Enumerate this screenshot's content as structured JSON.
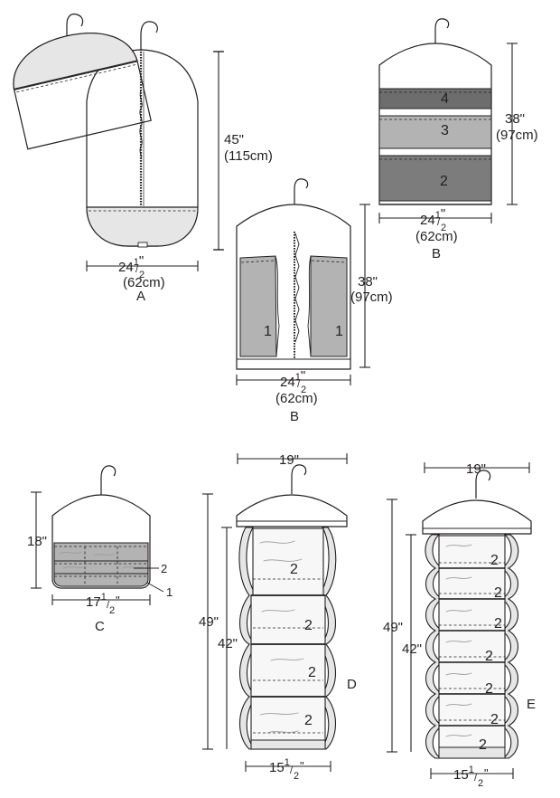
{
  "figures": {
    "A": {
      "label": "A",
      "height": {
        "in": "45\"",
        "cm": "(115cm)"
      },
      "width": {
        "whole": "24",
        "frac_num": "1",
        "frac_den": "2",
        "quote": "\"",
        "cm": "(62cm)"
      }
    },
    "B_outer": {
      "label": "B",
      "height": {
        "in": "38\"",
        "cm": "(97cm)"
      },
      "width": {
        "whole": "24",
        "frac_num": "1",
        "frac_den": "2",
        "quote": "\"",
        "cm": "(62cm)"
      },
      "pockets": [
        "4",
        "3",
        "2"
      ]
    },
    "B_inner": {
      "label": "B",
      "height": {
        "in": "38\"",
        "cm": "(97cm)"
      },
      "width": {
        "whole": "24",
        "frac_num": "1",
        "frac_den": "2",
        "quote": "\"",
        "cm": "(62cm)"
      },
      "pockets": [
        "1",
        "1"
      ]
    },
    "C": {
      "label": "C",
      "height": "18\"",
      "width": {
        "whole": "17",
        "frac_num": "1",
        "frac_den": "2",
        "quote": "\""
      },
      "callouts": [
        "2",
        "1"
      ]
    },
    "D": {
      "label": "D",
      "top_width": "19\"",
      "height_outer": "49\"",
      "height_inner": "42\"",
      "bottom_width": {
        "whole": "15",
        "frac_num": "1",
        "frac_den": "2",
        "quote": "\""
      },
      "shelves": [
        "2",
        "2",
        "2",
        "2"
      ]
    },
    "E": {
      "label": "E",
      "top_width": "19\"",
      "height_outer": "49\"",
      "height_inner": "42\"",
      "bottom_width": {
        "whole": "15",
        "frac_num": "1",
        "frac_den": "2",
        "quote": "\""
      },
      "shelves": [
        "2",
        "2",
        "2",
        "2",
        "2",
        "2",
        "2"
      ]
    }
  },
  "colors": {
    "line": "#231f20",
    "fabric_light": "#e6e6e6",
    "fabric_mid": "#b3b3b3",
    "fabric_dark": "#7c7c7c",
    "fabric_darker": "#6d6d6d",
    "white": "#ffffff"
  }
}
